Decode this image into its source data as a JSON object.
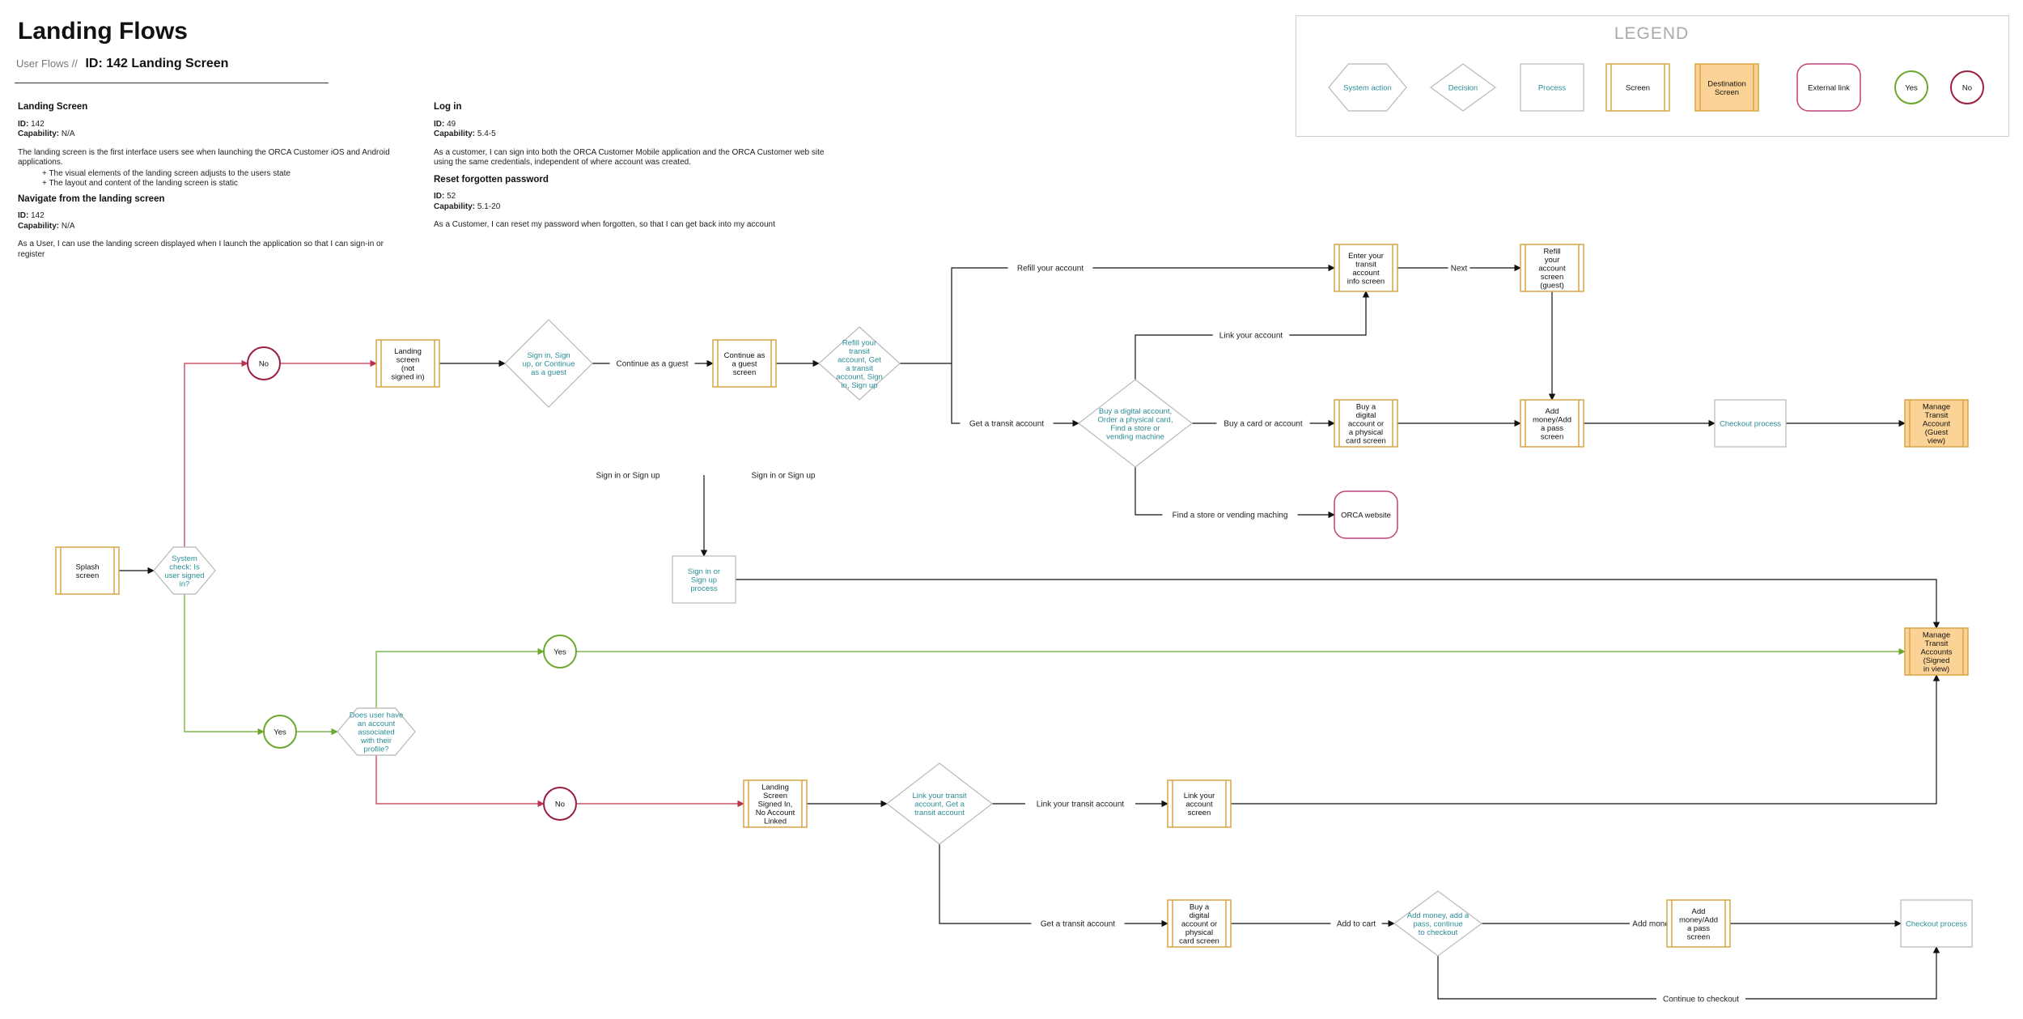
{
  "header": {
    "title": "Landing Flows",
    "breadcrumb": "User Flows //",
    "screen_id": "ID: 142 Landing Screen"
  },
  "notes": {
    "left": {
      "landing": {
        "heading": "Landing Screen",
        "id_label": "ID:",
        "id_value": "142",
        "cap_label": "Capability:",
        "cap_value": "N/A",
        "desc": "The landing screen is the first interface users see when launching the ORCA Customer iOS and Android applications.",
        "bullets": [
          "The visual elements of the landing screen adjusts to the users state",
          "The layout and content of the landing screen is static"
        ]
      },
      "navigate": {
        "heading": "Navigate from the landing screen",
        "id_label": "ID:",
        "id_value": "142",
        "cap_label": "Capability:",
        "cap_value": "N/A",
        "desc": "As a User, I can use the landing screen displayed when I launch the application so that I can sign-in or register"
      }
    },
    "right": {
      "login": {
        "heading": "Log in",
        "id_label": "ID:",
        "id_value": "49",
        "cap_label": "Capability:",
        "cap_value": "5.4-5",
        "desc": "As a customer, I can sign into both the ORCA Customer Mobile application and the ORCA Customer web site using the same credentials, independent of where account was created."
      },
      "reset": {
        "heading": "Reset forgotten password",
        "id_label": "ID:",
        "id_value": "52",
        "cap_label": "Capability:",
        "cap_value": "5.1-20",
        "desc": "As a Customer, I can reset my password when forgotten, so that I can get back into my account"
      }
    }
  },
  "legend": {
    "title": "LEGEND",
    "items": [
      {
        "kind": "system",
        "label": "System action"
      },
      {
        "kind": "decision",
        "label": "Decision"
      },
      {
        "kind": "process",
        "label": "Process"
      },
      {
        "kind": "screen",
        "label": "Screen"
      },
      {
        "kind": "dest",
        "label": "Destination Screen"
      },
      {
        "kind": "external",
        "label": "External link"
      },
      {
        "kind": "yes",
        "label": "Yes"
      },
      {
        "kind": "no",
        "label": "No"
      }
    ]
  },
  "colors": {
    "teal_text": "#2a8c96",
    "screen_border": "#d9a545",
    "dest_fill": "#fbd396",
    "yes_green": "#6aa82e",
    "no_red": "#9b1f3e",
    "external_border": "#c0407a",
    "gray_border": "#b8b8b8",
    "line": "#111111"
  },
  "nodes": [
    {
      "id": "splash",
      "kind": "screen",
      "text": "Splash screen"
    },
    {
      "id": "syscheck",
      "kind": "system",
      "text": "System check: Is user signed in?"
    },
    {
      "id": "no1",
      "kind": "no",
      "text": "No"
    },
    {
      "id": "landing_ns",
      "kind": "screen",
      "text": "Landing screen (not signed in)"
    },
    {
      "id": "dec_signin",
      "kind": "decision",
      "text": "Sign in, Sign up, or Continue as a guest"
    },
    {
      "id": "guest",
      "kind": "screen",
      "text": "Continue as a guest screen"
    },
    {
      "id": "dec_refill",
      "kind": "decision",
      "text": "Refill your transit account, Get a transit account, Sign in, Sign up"
    },
    {
      "id": "dec_buy",
      "kind": "decision",
      "text": "Buy a digital account, Order a physical card, Find a store or vending machine"
    },
    {
      "id": "enter_info",
      "kind": "screen",
      "text": "Enter your transit account info screen"
    },
    {
      "id": "refill_guest",
      "kind": "screen",
      "text": "Refill your account screen (guest)"
    },
    {
      "id": "buy_digital1",
      "kind": "screen",
      "text": "Buy a digital account or a physical card screen"
    },
    {
      "id": "add_money1",
      "kind": "screen",
      "text": "Add money/Add a pass screen"
    },
    {
      "id": "checkout1",
      "kind": "process",
      "text": "Checkout process"
    },
    {
      "id": "manage_guest",
      "kind": "dest",
      "text": "Manage Transit Account (Guest view)"
    },
    {
      "id": "orca_web",
      "kind": "external",
      "text": "ORCA website"
    },
    {
      "id": "signin_proc",
      "kind": "process",
      "text": "Sign in or Sign up process"
    },
    {
      "id": "manage_signed",
      "kind": "dest",
      "text": "Manage Transit Accounts (Signed in view)"
    },
    {
      "id": "yes1",
      "kind": "yes",
      "text": "Yes"
    },
    {
      "id": "dec_profile",
      "kind": "system",
      "text": "Does user have an account associated with their profile?"
    },
    {
      "id": "yes2",
      "kind": "yes",
      "text": "Yes"
    },
    {
      "id": "no2",
      "kind": "no",
      "text": "No"
    },
    {
      "id": "landing_signed",
      "kind": "screen",
      "text": "Landing Screen Signed In, No Account Linked"
    },
    {
      "id": "dec_link",
      "kind": "decision",
      "text": "Link your transit account, Get a transit account"
    },
    {
      "id": "link_screen",
      "kind": "screen",
      "text": "Link your account screen"
    },
    {
      "id": "buy_digital2",
      "kind": "screen",
      "text": "Buy a digital account or physical card screen"
    },
    {
      "id": "dec_addmoney",
      "kind": "decision",
      "text": "Add money, add a pass, continue to checkout"
    },
    {
      "id": "add_money2",
      "kind": "screen",
      "text": "Add money/Add a pass screen"
    },
    {
      "id": "checkout2",
      "kind": "process",
      "text": "Checkout process"
    }
  ],
  "edge_labels": [
    {
      "id": "e_continue_guest",
      "text": "Continue as a guest"
    },
    {
      "id": "e_refill",
      "text": "Refill your account"
    },
    {
      "id": "e_next",
      "text": "Next"
    },
    {
      "id": "e_link",
      "text": "Link your account"
    },
    {
      "id": "e_get",
      "text": "Get a transit account"
    },
    {
      "id": "e_buy_card",
      "text": "Buy a card or account"
    },
    {
      "id": "e_find",
      "text": "Find a store or vending maching"
    },
    {
      "id": "e_signin1",
      "text": "Sign in or Sign up"
    },
    {
      "id": "e_signin2",
      "text": "Sign in or Sign up"
    },
    {
      "id": "e_link_transit",
      "text": "Link your transit account"
    },
    {
      "id": "e_get2",
      "text": "Get a transit account"
    },
    {
      "id": "e_add_cart",
      "text": "Add to cart"
    },
    {
      "id": "e_add_money",
      "text": "Add money/Add a pass"
    },
    {
      "id": "e_continue_checkout",
      "text": "Continue to checkout"
    }
  ]
}
